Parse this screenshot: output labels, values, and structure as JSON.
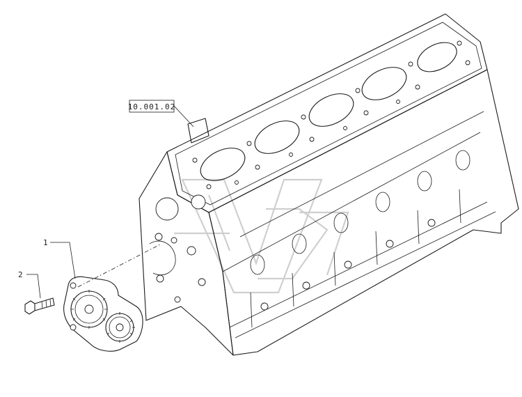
{
  "reference_box": {
    "text": "10.001.02"
  },
  "callouts": [
    {
      "number": "1"
    },
    {
      "number": "2"
    }
  ],
  "colors": {
    "line": "#1a1a1a",
    "background": "#ffffff",
    "watermark": "#cfcfcf"
  },
  "icons": [
    "engine-block-drawing",
    "oil-pump-drawing",
    "bolt-drawing",
    "watermark-logo"
  ]
}
